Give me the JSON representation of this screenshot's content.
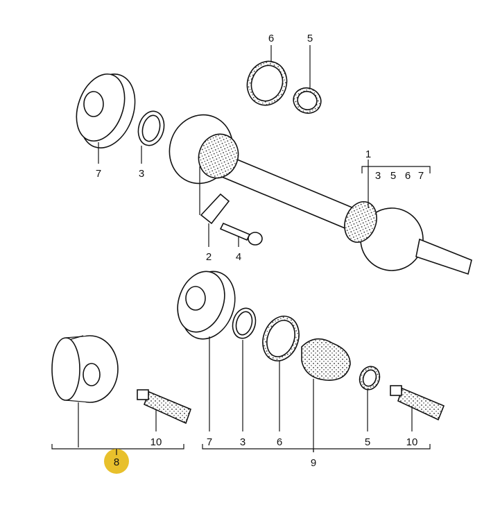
{
  "diagram": {
    "top_labels": {
      "clamp_large": "6",
      "clamp_small": "5",
      "flange": "7",
      "circlip": "3",
      "drive_shaft": "1",
      "shaft_includes": [
        "3",
        "5",
        "6",
        "7"
      ],
      "lock_plate": "2",
      "bolt": "4"
    },
    "bottom_labels": {
      "cv_joint_10": "10",
      "flange": "7",
      "circlip": "3",
      "clamp_large": "6",
      "clamp_small": "5",
      "grease_10": "10",
      "boot_kit": "9",
      "cv_joint_kit": "8"
    },
    "highlight_color": "#e8c02c"
  }
}
